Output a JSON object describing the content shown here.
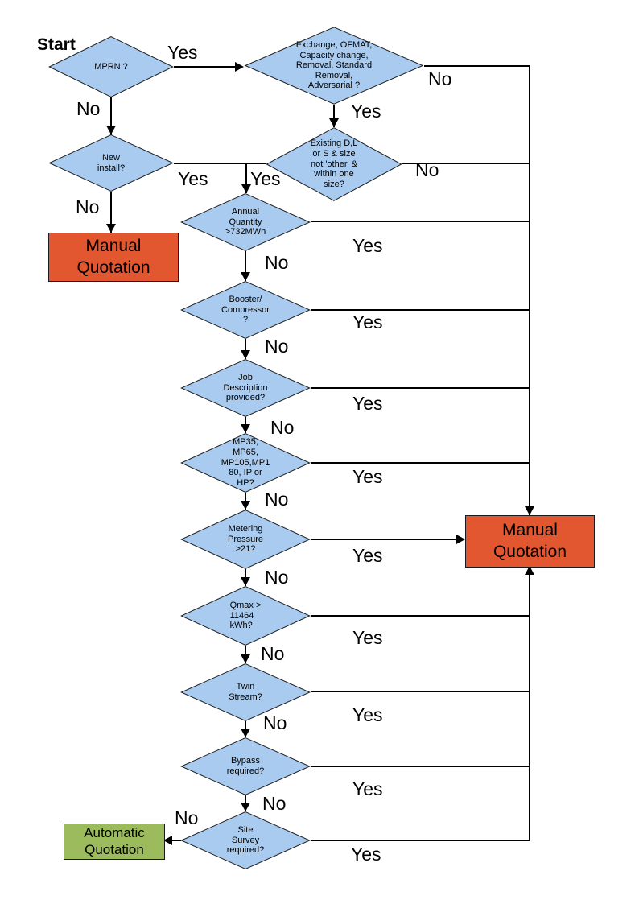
{
  "labels": {
    "start": "Start",
    "yes": "Yes",
    "no": "No"
  },
  "colors": {
    "decision_fill": "#A9CBF0",
    "manual_quotation_fill": "#E2572F",
    "automatic_quotation_fill": "#9CBB5C",
    "connector": "#000000"
  },
  "nodes": {
    "mprn": {
      "type": "decision",
      "label": "MPRN ?"
    },
    "exchange": {
      "type": "decision",
      "label": "Exchange, OFMAT,\nCapacity change,\nRemoval, Standard\nRemoval,\nAdversarial ?"
    },
    "existing": {
      "type": "decision",
      "label": "Existing D,L\nor S & size\nnot 'other' &\nwithin one\nsize?"
    },
    "new_install": {
      "type": "decision",
      "label": "New\ninstall?"
    },
    "annual_quantity": {
      "type": "decision",
      "label": "Annual\nQuantity\n>732MWh"
    },
    "booster": {
      "type": "decision",
      "label": "Booster/\nCompressor\n?"
    },
    "job_description": {
      "type": "decision",
      "label": "Job\nDescription\nprovided?"
    },
    "mp_tier": {
      "type": "decision",
      "label": "MP35,\nMP65,\nMP105,MP1\n80, IP or\nHP?"
    },
    "metering_pressure": {
      "type": "decision",
      "label": "Metering\nPressure\n>21?"
    },
    "qmax": {
      "type": "decision",
      "label": "Qmax >\n11464\nkWh?"
    },
    "twin_stream": {
      "type": "decision",
      "label": "Twin\nStream?"
    },
    "bypass": {
      "type": "decision",
      "label": "Bypass\nrequired?"
    },
    "site_survey": {
      "type": "decision",
      "label": "Site\nSurvey\nrequired?"
    },
    "manual_quotation_left": {
      "type": "terminal",
      "label": "Manual\nQuotation"
    },
    "manual_quotation_right": {
      "type": "terminal",
      "label": "Manual\nQuotation"
    },
    "automatic_quotation": {
      "type": "terminal",
      "label": "Automatic\nQuotation"
    }
  }
}
